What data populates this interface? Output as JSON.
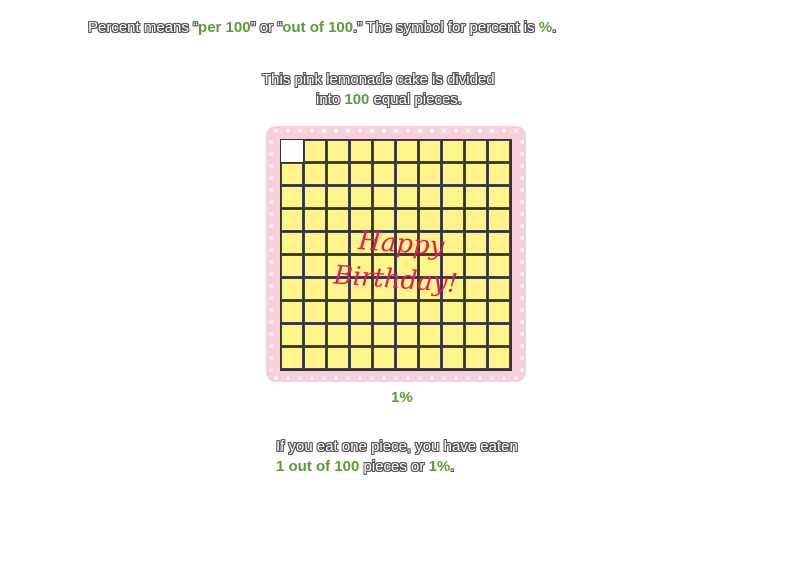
{
  "intro": {
    "part1": "Percent means “",
    "per100": "per 100",
    "part2": "” or “",
    "outof100": "out of 100",
    "part3": ".”  The symbol for percent is ",
    "symbol": "%",
    "part4": "."
  },
  "cake_caption": {
    "line1": "This pink lemonade cake is divided",
    "line2_a": "into ",
    "line2_num": "100",
    "line2_b": " equal pieces."
  },
  "cake": {
    "rows": 10,
    "cols": 10,
    "eaten_pieces": 1,
    "greeting_line1": "Happy",
    "greeting_line2": "Birthday!",
    "colors": {
      "frosting": "#f9cfdc",
      "piece": "#fdf58a",
      "greeting": "#e8195a",
      "highlight": "#5a9c3a"
    }
  },
  "percent_label": "1%",
  "conclusion": {
    "line1": "If you eat one piece, you have eaten",
    "line2_a": "1 out of 100",
    "line2_b": " pieces or ",
    "line2_pct": "1%",
    "line2_c": "."
  }
}
